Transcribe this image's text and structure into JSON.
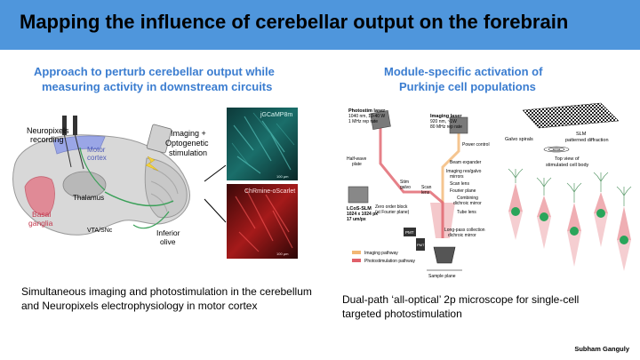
{
  "slide": {
    "title": "Mapping the influence of cerebellar output on the forebrain",
    "author": "Subham Ganguly"
  },
  "left": {
    "heading_line1": "Approach to perturb cerebellar output while",
    "heading_line2": "measuring activity in downstream circuits",
    "caption_line1": "Simultaneous imaging and photostimulation in the cerebellum",
    "caption_line2": "and Neuropixels electrophysiology in motor cortex",
    "labels": {
      "neuropixels": "Neuropixels",
      "recording": "recording",
      "motor": "Motor",
      "cortex": "cortex",
      "thalamus": "Thalamus",
      "basal": "Basal",
      "ganglia": "ganglia",
      "vta": "VTA/SNc",
      "inferior": "Inferior",
      "olive": "olive",
      "imaging_plus": "Imaging +",
      "optogenetic": "Optogenetic",
      "stimulation": "stimulation",
      "jgcamp": "jGCaMP8m",
      "chrmine": "ChRmine-oScarlet",
      "scale1": "100 μm",
      "scale2": "100 μm"
    }
  },
  "right": {
    "heading_line1": "Module-specific activation of",
    "heading_line2": "Purkinje cell populations",
    "caption_line1": "Dual-path ‘all-optical’ 2p microscope for single-cell",
    "caption_line2": "targeted photostimulation",
    "labels": {
      "photostim_laser": "Photostim laser",
      "photostim_spec1": "1040 nm, 10-40 W",
      "photostim_spec2": "1 MHz rep rate",
      "imaging_laser": "Imaging laser",
      "imaging_spec1": "920 nm, ~1W",
      "imaging_spec2": "80 MHz rep rate",
      "power_control": "Power control",
      "half_wave": "Half-wave",
      "plate": "plate",
      "beam_expander": "Beam expander",
      "imaging_res": "Imaging res/galvo",
      "mirrors": "mirrors",
      "scan_lens": "Scan lens",
      "fourier_plane": "Fourier plane",
      "stim_galvo": "Stim",
      "galvo": "galvo",
      "scan": "Scan",
      "lens": "lens",
      "combining": "Combining",
      "dichroic_mirror": "dichroic mirror",
      "tube_lens": "Tube lens",
      "lcos1": "LCoS-SLM",
      "lcos2": "1024 x 1024 px",
      "lcos3": "17 um/px",
      "zero_order1": "Zero order block",
      "zero_order2": "(at Fourier plane)",
      "long_pass1": "Long-pass collection",
      "long_pass2": "dichroic mirror",
      "pmt1": "PMT",
      "pmt2": "PMT",
      "imaging_pathway": "Imaging pathway",
      "photostim_pathway": "Photostimulation pathway",
      "sample_plane": "Sample plane",
      "slm": "SLM",
      "patterned": "patterned diffraction",
      "galvo_spirals": "Galvo spirals",
      "top_view1": "Top view of",
      "top_view2": "stimulated cell body"
    }
  },
  "colors": {
    "title_bar": "#4f96dc",
    "heading": "#3b7dd0",
    "imaging": "#f2b774",
    "photostim": "#e0606a",
    "cell": "#2aa55a"
  }
}
